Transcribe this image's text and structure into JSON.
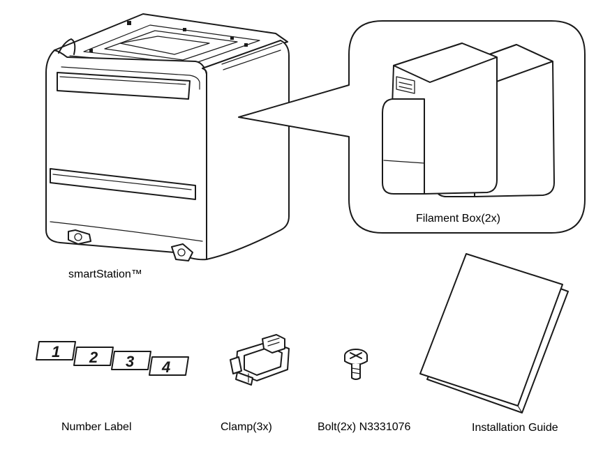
{
  "captions": {
    "smartstation": "smartStation™",
    "filament_box": "Filament Box(2x)",
    "number_label": "Number Label",
    "clamp": "Clamp(3x)",
    "bolt": "Bolt(2x) N3331076",
    "installation_guide": "Installation Guide"
  },
  "number_labels": [
    "1",
    "2",
    "3",
    "4"
  ]
}
